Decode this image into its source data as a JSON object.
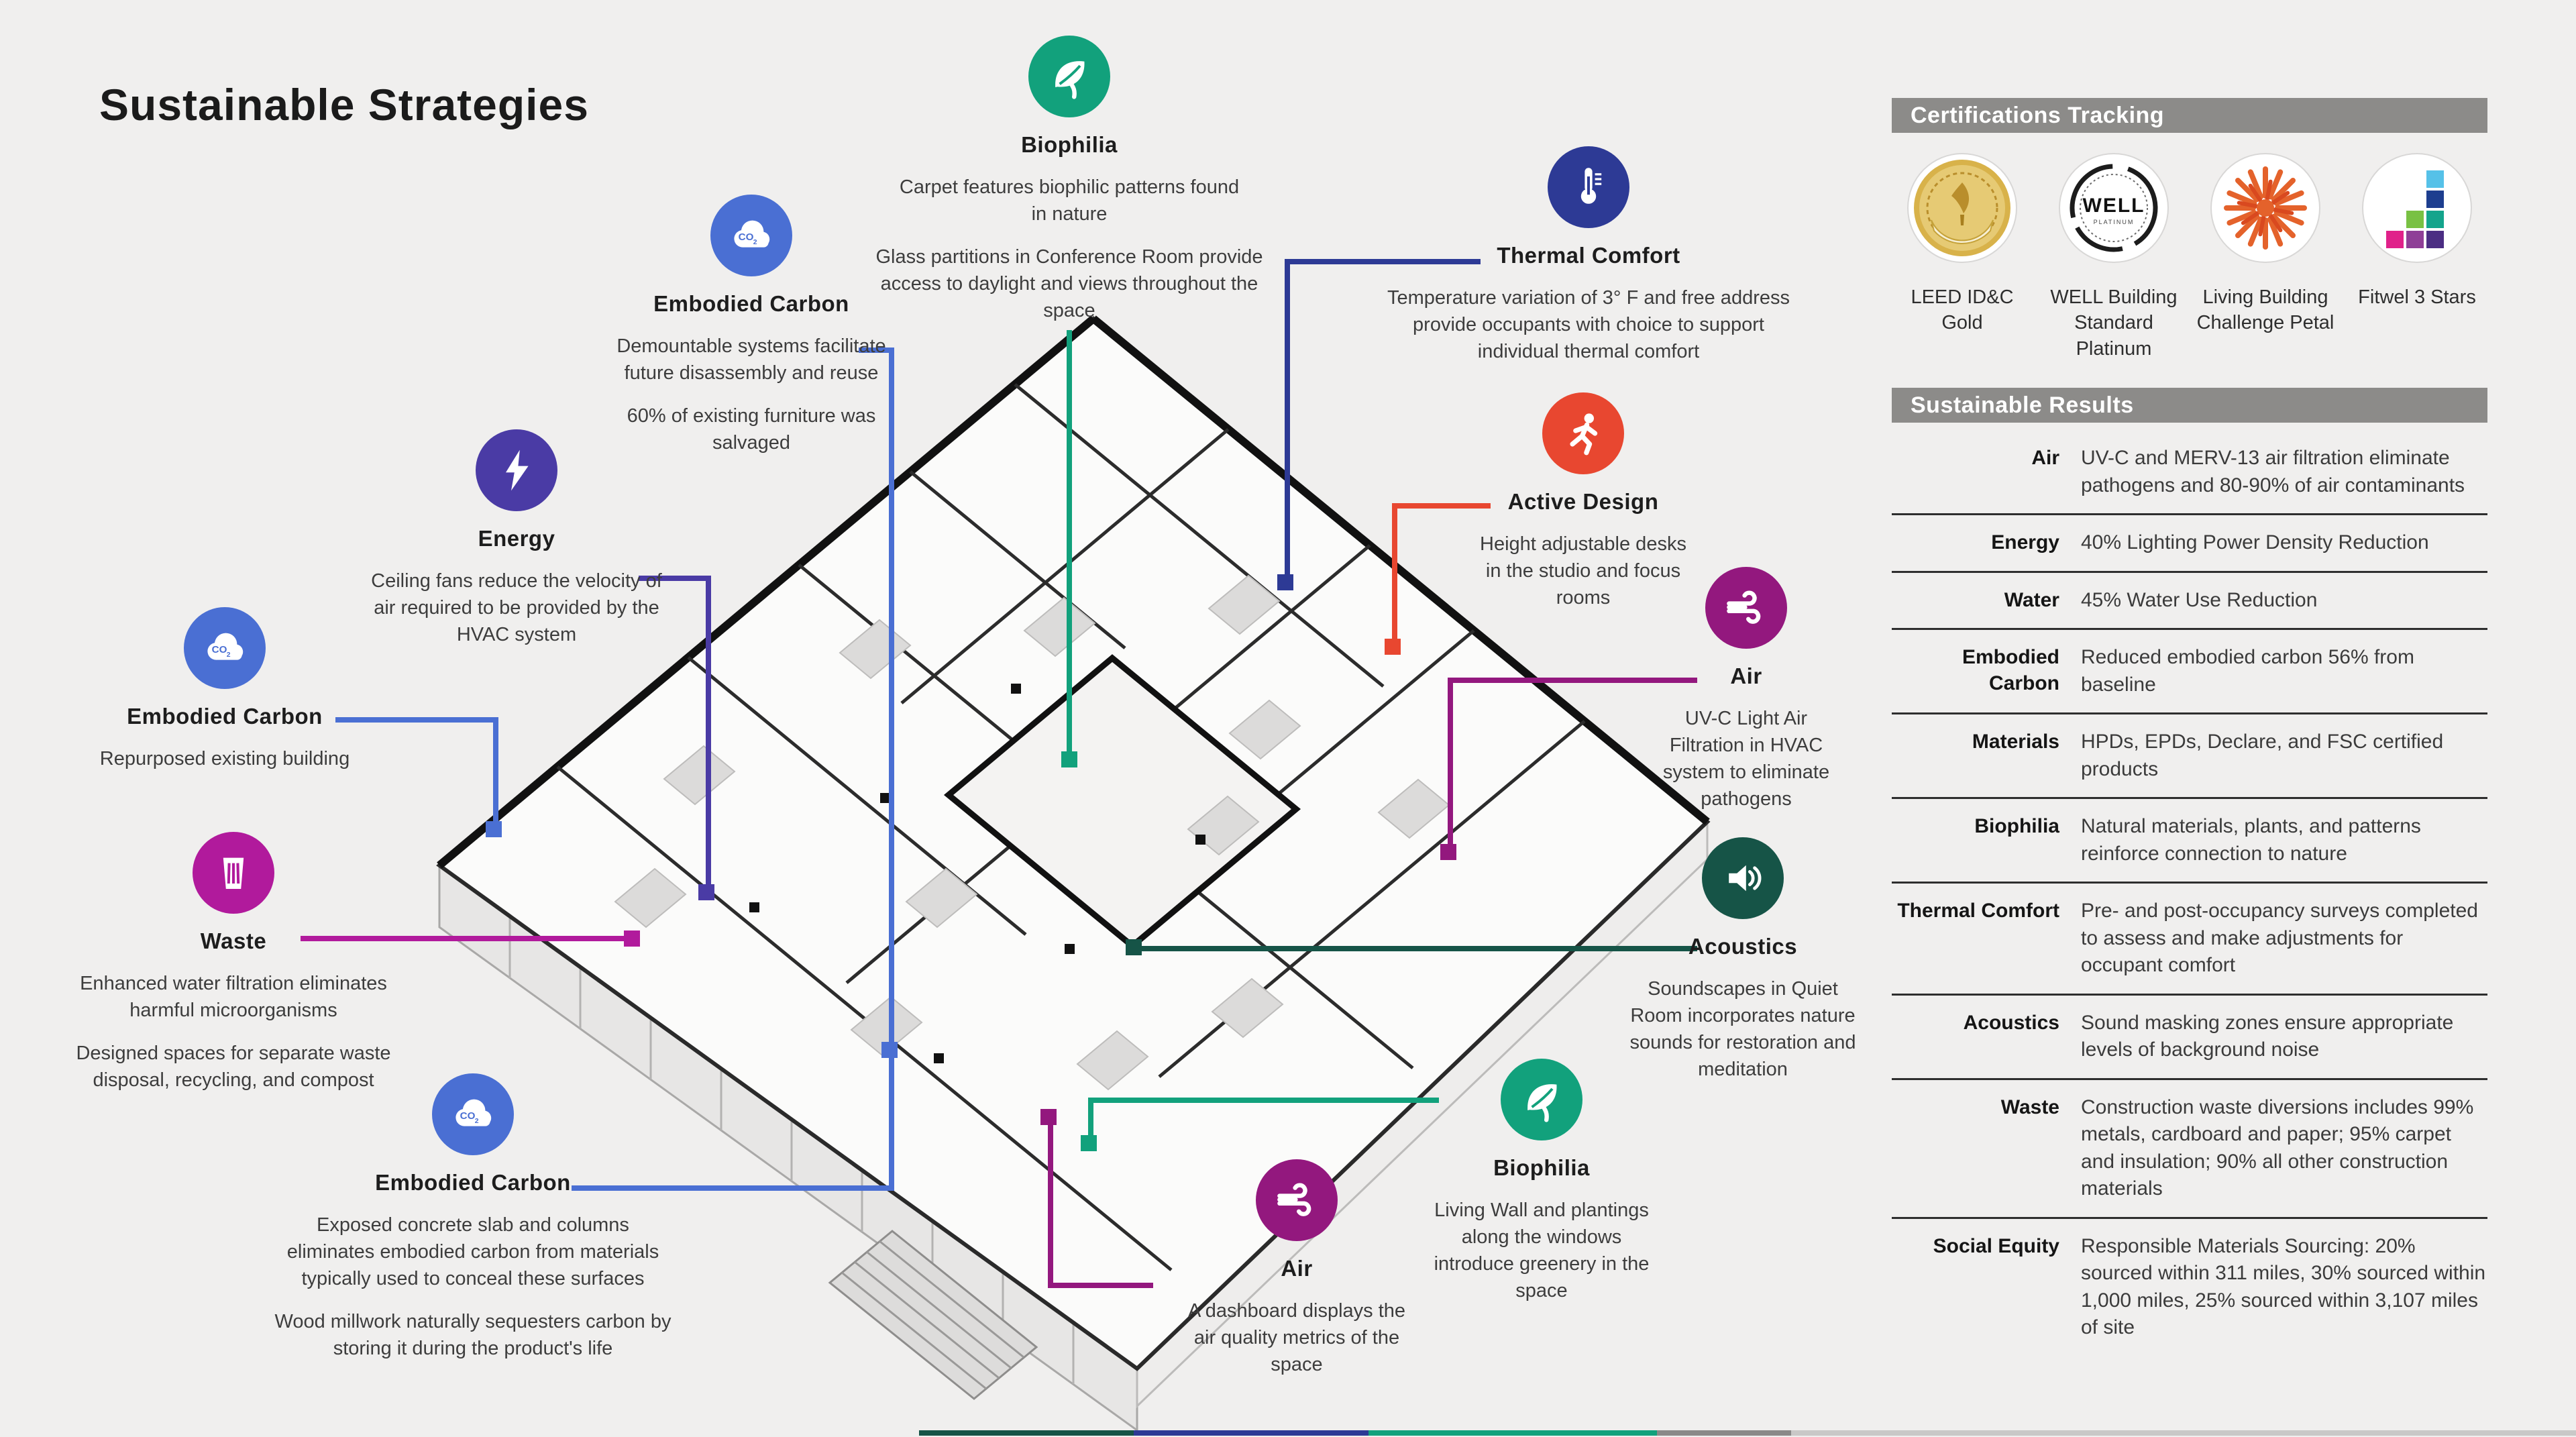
{
  "title": "Sustainable Strategies",
  "colors": {
    "biophilia": "#12a17c",
    "embodied_carbon": "#4a6fd3",
    "energy": "#4a3ba5",
    "waste": "#b11a9c",
    "air": "#93187e",
    "active_design": "#e84730",
    "thermal_comfort": "#2d3a95",
    "acoustics": "#165447",
    "section_header": "#8c8b89",
    "background": "#f0efee"
  },
  "callouts": {
    "biophilia_top": {
      "icon": "leaf-icon",
      "label": "Biophilia",
      "paragraphs": [
        "Carpet features biophilic patterns found in nature",
        "Glass partitions in Conference Room provide access to daylight and views throughout the space"
      ]
    },
    "thermal_comfort": {
      "icon": "thermometer-icon",
      "label": "Thermal Comfort",
      "paragraphs": [
        "Temperature variation of 3° F and free address provide occupants with choice to support individual thermal comfort"
      ]
    },
    "embodied_carbon_top": {
      "icon": "co2-cloud-icon",
      "label": "Embodied Carbon",
      "paragraphs": [
        "Demountable systems facilitate future disassembly and reuse",
        "60% of existing furniture was salvaged"
      ]
    },
    "energy": {
      "icon": "lightning-icon",
      "label": "Energy",
      "paragraphs": [
        "Ceiling fans reduce the velocity of air required to be provided by the HVAC system"
      ]
    },
    "active_design": {
      "icon": "runner-icon",
      "label": "Active Design",
      "paragraphs": [
        "Height adjustable desks in the studio and focus rooms"
      ]
    },
    "air_hvac": {
      "icon": "wind-icon",
      "label": "Air",
      "paragraphs": [
        "UV-C Light Air Filtration in HVAC system to eliminate pathogens"
      ]
    },
    "embodied_carbon_left": {
      "icon": "co2-cloud-icon",
      "label": "Embodied Carbon",
      "paragraphs": [
        "Repurposed existing building"
      ]
    },
    "acoustics": {
      "icon": "speaker-icon",
      "label": "Acoustics",
      "paragraphs": [
        "Soundscapes in Quiet Room incorporates nature sounds for restoration and meditation"
      ]
    },
    "waste": {
      "icon": "trash-icon",
      "label": "Waste",
      "paragraphs": [
        "Enhanced water filtration eliminates harmful microorganisms",
        "Designed spaces for separate waste disposal, recycling, and compost"
      ]
    },
    "biophilia_bottom": {
      "icon": "leaf-icon",
      "label": "Biophilia",
      "paragraphs": [
        "Living Wall and plantings along the windows introduce greenery in the space"
      ]
    },
    "embodied_carbon_bottom": {
      "icon": "co2-cloud-icon",
      "label": "Embodied Carbon",
      "paragraphs": [
        "Exposed concrete slab and columns eliminates embodied carbon from materials typically used to conceal these surfaces",
        "Wood millwork naturally sequesters carbon by storing it during the product's life"
      ]
    },
    "air_dashboard": {
      "icon": "wind-icon",
      "label": "Air",
      "paragraphs": [
        "A dashboard displays the air quality metrics of the space"
      ]
    }
  },
  "certifications": {
    "header": "Certifications Tracking",
    "badges": [
      {
        "icon": "leed-gold-seal-icon",
        "label": "LEED ID&C Gold"
      },
      {
        "icon": "well-seal-icon",
        "label": "WELL Building Standard Platinum",
        "badge_text": "WELL",
        "badge_subtext": "PLATINUM"
      },
      {
        "icon": "living-building-flower-icon",
        "label": "Living Building Challenge Petal"
      },
      {
        "icon": "fitwel-squares-icon",
        "label": "Fitwel 3 Stars"
      }
    ]
  },
  "results": {
    "header": "Sustainable Results",
    "rows": [
      {
        "label": "Air",
        "text": "UV-C and MERV-13 air filtration eliminate pathogens and 80-90% of air contaminants"
      },
      {
        "label": "Energy",
        "text": "40% Lighting Power Density Reduction"
      },
      {
        "label": "Water",
        "text": "45% Water Use Reduction"
      },
      {
        "label": "Embodied Carbon",
        "text": "Reduced embodied carbon 56% from baseline"
      },
      {
        "label": "Materials",
        "text": "HPDs, EPDs, Declare, and FSC certified products"
      },
      {
        "label": "Biophilia",
        "text": "Natural materials, plants, and patterns reinforce connection to nature"
      },
      {
        "label": "Thermal Comfort",
        "text": "Pre- and post-occupancy surveys completed to assess and make adjustments for occupant comfort"
      },
      {
        "label": "Acoustics",
        "text": "Sound masking zones ensure appropriate levels of background noise"
      },
      {
        "label": "Waste",
        "text": "Construction waste diversions includes 99% metals, cardboard and paper; 95% carpet and insulation; 90% all other construction materials"
      },
      {
        "label": "Social Equity",
        "text": "Responsible Materials Sourcing: 20% sourced within 311 miles, 30% sourced within 1,000 miles, 25% sourced within 3,107 miles of site"
      }
    ]
  }
}
